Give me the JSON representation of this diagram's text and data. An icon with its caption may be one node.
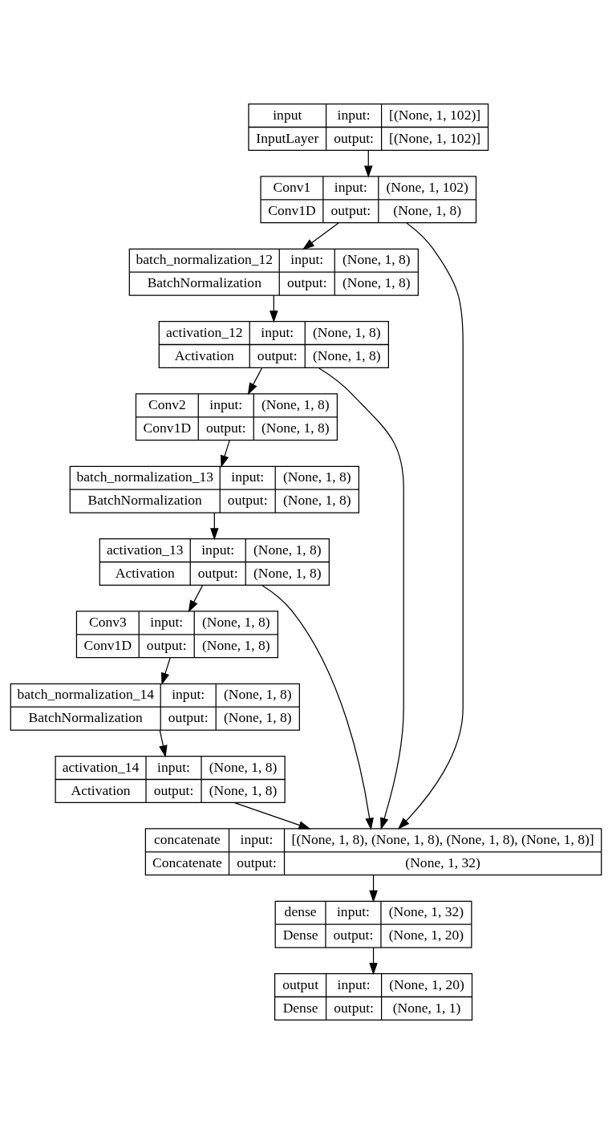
{
  "diagram": {
    "nodes": [
      {
        "text": [
          "input",
          "input:",
          "[(None, 1, 102)]",
          "InputLayer",
          "output:",
          "[(None, 1, 102)]"
        ]
      },
      {
        "text": [
          "Conv1",
          "input:",
          "(None, 1, 102)",
          "Conv1D",
          "output:",
          "(None, 1, 8)"
        ]
      },
      {
        "text": [
          "batch_normalization_12",
          "input:",
          "(None, 1, 8)",
          "BatchNormalization",
          "output:",
          "(None, 1, 8)"
        ]
      },
      {
        "text": [
          "activation_12",
          "input:",
          "(None, 1, 8)",
          "Activation",
          "output:",
          "(None, 1, 8)"
        ]
      },
      {
        "text": [
          "Conv2",
          "input:",
          "(None, 1, 8)",
          "Conv1D",
          "output:",
          "(None, 1, 8)"
        ]
      },
      {
        "text": [
          "batch_normalization_13",
          "input:",
          "(None, 1, 8)",
          "BatchNormalization",
          "output:",
          "(None, 1, 8)"
        ]
      },
      {
        "text": [
          "activation_13",
          "input:",
          "(None, 1, 8)",
          "Activation",
          "output:",
          "(None, 1, 8)"
        ]
      },
      {
        "text": [
          "Conv3",
          "input:",
          "(None, 1, 8)",
          "Conv1D",
          "output:",
          "(None, 1, 8)"
        ]
      },
      {
        "text": [
          "batch_normalization_14",
          "input:",
          "(None, 1, 8)",
          "BatchNormalization",
          "output:",
          "(None, 1, 8)"
        ]
      },
      {
        "text": [
          "activation_14",
          "input:",
          "(None, 1, 8)",
          "Activation",
          "output:",
          "(None, 1, 8)"
        ]
      },
      {
        "text": [
          "concatenate",
          "input:",
          "[(None, 1, 8), (None, 1, 8), (None, 1, 8), (None, 1, 8)]",
          "Concatenate",
          "output:",
          "(None, 1, 32)"
        ]
      },
      {
        "text": [
          "dense",
          "input:",
          "(None, 1, 32)",
          "Dense",
          "output:",
          "(None, 1, 20)"
        ]
      },
      {
        "text": [
          "output",
          "input:",
          "(None, 1, 20)",
          "Dense",
          "output:",
          "(None, 1, 1)"
        ]
      }
    ],
    "edges": [
      {
        "from": 0,
        "to": 1,
        "arrow": "to"
      },
      {
        "from": 1,
        "to": 2,
        "arrow": "to"
      },
      {
        "from": 1,
        "to": 10,
        "arrow": "to"
      },
      {
        "from": 2,
        "to": 3,
        "arrow": "to"
      },
      {
        "from": 3,
        "to": 4,
        "arrow": "to"
      },
      {
        "from": 3,
        "to": 10,
        "arrow": "to"
      },
      {
        "from": 4,
        "to": 5,
        "arrow": "to"
      },
      {
        "from": 5,
        "to": 6,
        "arrow": "to"
      },
      {
        "from": 6,
        "to": 7,
        "arrow": "to"
      },
      {
        "from": 6,
        "to": 10,
        "arrow": "to"
      },
      {
        "from": 7,
        "to": 8,
        "arrow": "to"
      },
      {
        "from": 8,
        "to": 9,
        "arrow": "to"
      },
      {
        "from": 9,
        "to": 10,
        "arrow": "to"
      },
      {
        "from": 10,
        "to": 11,
        "arrow": "to"
      },
      {
        "from": 11,
        "to": 12,
        "arrow": "to"
      }
    ]
  }
}
